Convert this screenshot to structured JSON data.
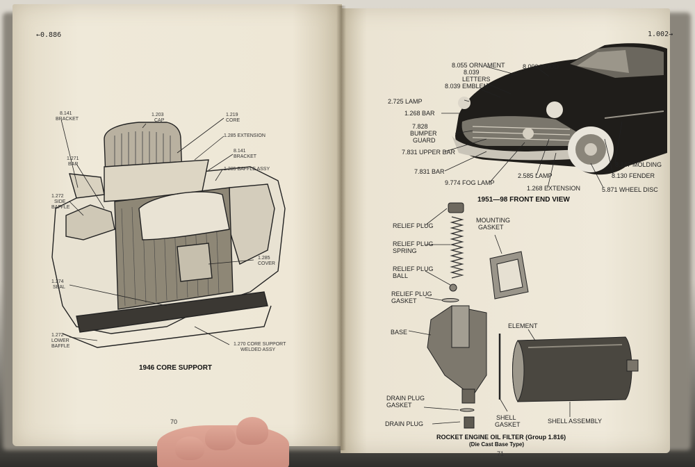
{
  "left_page": {
    "header": "←0.886",
    "caption": "1946 CORE SUPPORT",
    "page_number": "70",
    "callouts": {
      "bracket": [
        "8.141",
        "BRACKET"
      ],
      "cap": [
        "1.203",
        "CAP"
      ],
      "core": [
        "1.219",
        "CORE"
      ],
      "extension": "1.285 EXTENSION",
      "bracket2": [
        "8.141",
        "BRACKET"
      ],
      "baffle_assy": "1.285 BAFFLE ASSY",
      "bar": [
        "1.271",
        "BAR"
      ],
      "side_baffle": [
        "1.272",
        "SIDE",
        "BAFFLE"
      ],
      "seal": [
        "1.274",
        "SEAL"
      ],
      "cover": [
        "1.285",
        "COVER"
      ],
      "lower_baffle": [
        "1.272",
        "LOWER",
        "BAFFLE"
      ],
      "core_support": [
        "1.270 CORE SUPPORT",
        "WELDED ASSY"
      ]
    }
  },
  "right_page": {
    "header": "1.002→",
    "front_caption": "1951—98 FRONT END VIEW",
    "filter_caption": "ROCKET ENGINE OIL FILTER (Group 1.816)",
    "filter_subcaption": "(Die Cast Base Type)",
    "page_number": "71",
    "car_labels": {
      "ornament": "8.055 ORNAMENT",
      "letters_num": "8.039",
      "letters": "LETTERS",
      "hood": "8.000 HOOD",
      "emblem": "8.039 EMBLEM",
      "lamp": "2.725 LAMP",
      "bar": "1.268 BAR",
      "bumper_guard": [
        "7.828",
        "BUMPER",
        "GUARD"
      ],
      "upper_bar": "7.831 UPPER BAR",
      "bar2": "7.831 BAR",
      "fog_lamp": "9.774 FOG LAMP",
      "lamp2": "2.585 LAMP",
      "extension": "1.268 EXTENSION",
      "molding": "8.147 MOLDING",
      "fender": "8.130 FENDER",
      "wheel_disc": "5.871 WHEEL DISC"
    },
    "filter_labels": {
      "relief_plug": "RELIEF PLUG",
      "relief_plug_spring": [
        "RELIEF PLUG",
        "SPRING"
      ],
      "relief_plug_ball": [
        "RELIEF PLUG",
        "BALL"
      ],
      "relief_plug_gasket": [
        "RELIEF PLUG",
        "GASKET"
      ],
      "mounting_gasket": [
        "MOUNTING",
        "GASKET"
      ],
      "base": "BASE",
      "element": "ELEMENT",
      "drain_plug_gasket": [
        "DRAIN PLUG",
        "GASKET"
      ],
      "drain_plug": "DRAIN PLUG",
      "shell_gasket": [
        "SHELL",
        "GASKET"
      ],
      "shell_assembly": "SHELL ASSEMBLY"
    }
  }
}
